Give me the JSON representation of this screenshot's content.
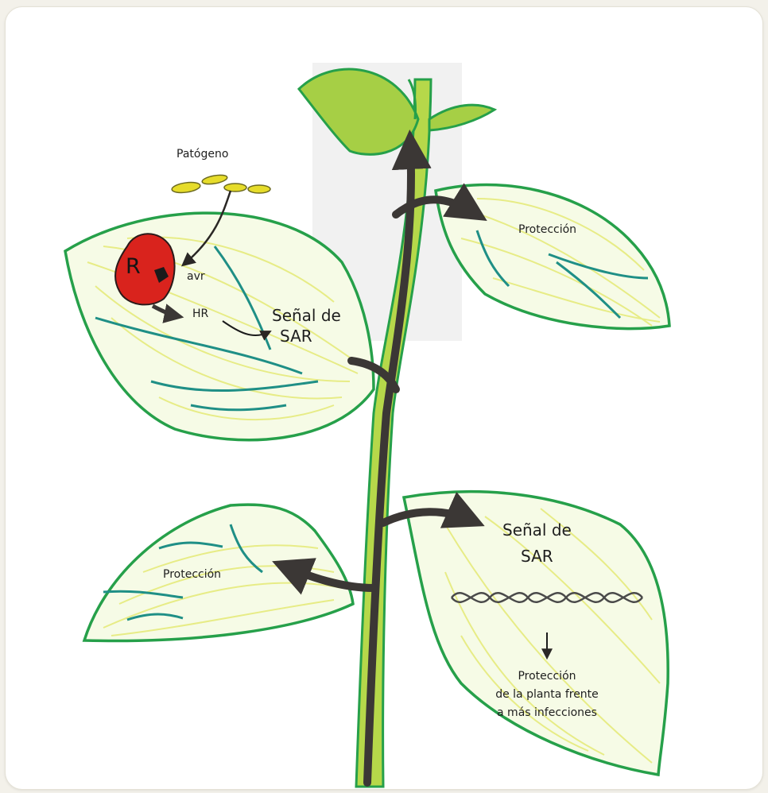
{
  "labels": {
    "pathogen": "Patógeno",
    "receptor": "R",
    "avr": "avr",
    "hr": "HR",
    "sar_signal_top_line1": "Señal de",
    "sar_signal_top_line2": "SAR",
    "protection_top_right": "Protección",
    "protection_left": "Protección",
    "sar_signal_bottom_line1": "Señal de",
    "sar_signal_bottom_line2": "SAR",
    "final_protection_line1": "Protección",
    "final_protection_line2": "de la planta frente",
    "final_protection_line3": "a más infecciones"
  },
  "colors": {
    "leaf_outline": "#26a04a",
    "leaf_fill": "#f6fbe6",
    "stem_green": "#b6d84a",
    "top_leaf_fill": "#a6cf45",
    "vein_yellow": "#e7ec86",
    "vein_teal": "#1f8f86",
    "signal_arrow": "#3b3735",
    "receptor_red": "#d9231d",
    "pathogen_yellow": "#e6dc2a"
  }
}
